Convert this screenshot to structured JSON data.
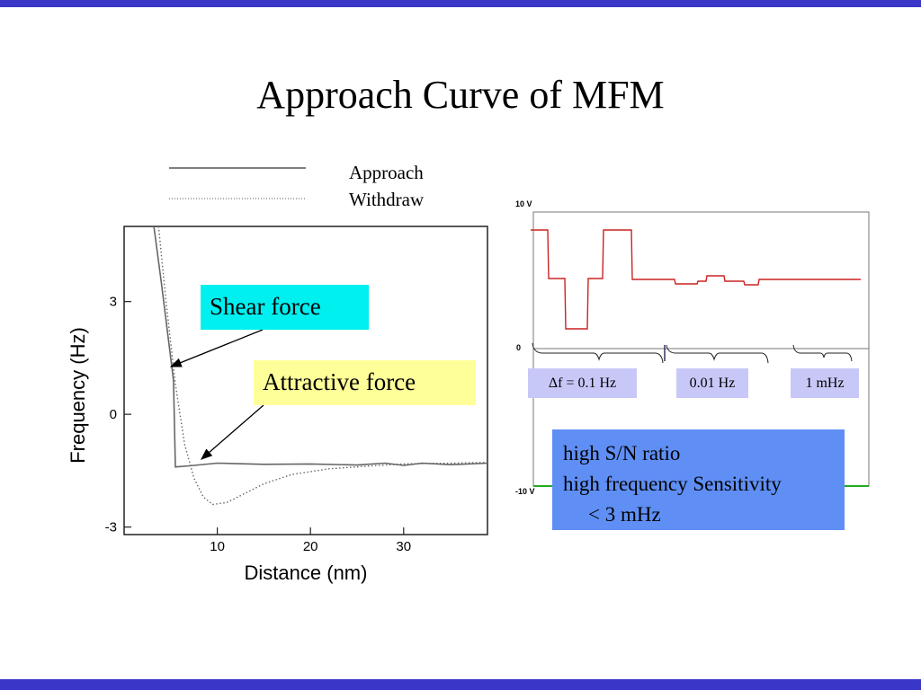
{
  "slide": {
    "title": "Approach Curve of MFM",
    "colors": {
      "frame_bar": "#3a36c8",
      "shear_box": "#00f0f0",
      "attractive_box": "#ffff99",
      "chip": "#c8c8f8",
      "notes_box": "#5f8ff5",
      "scope_trace": "#cc2222",
      "scope_baseline": "#22aa22"
    }
  },
  "chart_data": [
    {
      "type": "line",
      "xlabel": "Distance (nm)",
      "ylabel": "Frequency (Hz)",
      "xlim": [
        0,
        39
      ],
      "ylim": [
        -3.2,
        5.0
      ],
      "x_ticks": [
        10,
        20,
        30
      ],
      "y_ticks": [
        3,
        0,
        -3
      ],
      "grid": false,
      "legend_position": "top",
      "series": [
        {
          "name": "Approach",
          "style": "solid",
          "x": [
            3.2,
            4.0,
            5.0,
            5.3,
            5.5,
            7,
            10,
            15,
            20,
            25,
            28,
            30,
            32,
            35,
            39
          ],
          "y": [
            5.0,
            3.5,
            1.5,
            0.9,
            -1.4,
            -1.37,
            -1.3,
            -1.33,
            -1.32,
            -1.35,
            -1.3,
            -1.36,
            -1.3,
            -1.34,
            -1.3
          ]
        },
        {
          "name": "Withdraw",
          "style": "dotted",
          "x": [
            3.7,
            4.5,
            5.5,
            6.5,
            7.5,
            8.5,
            9.5,
            11,
            13,
            15,
            18,
            22,
            26,
            30,
            35,
            39
          ],
          "y": [
            5.0,
            3.0,
            0.8,
            -0.8,
            -1.7,
            -2.2,
            -2.4,
            -2.35,
            -2.1,
            -1.85,
            -1.6,
            -1.45,
            -1.38,
            -1.32,
            -1.3,
            -1.28
          ]
        }
      ],
      "annotations": [
        {
          "text": "Shear force",
          "points_to": {
            "x": 5.0,
            "y": 1.4
          }
        },
        {
          "text": "Attractive force",
          "points_to": {
            "x": 8.5,
            "y": -1.2
          }
        }
      ]
    },
    {
      "type": "line",
      "y_labels": {
        "top": "10 V",
        "middle": "0",
        "bottom": "-10 V"
      },
      "levels": [
        {
          "label": "Δf = 0.1 Hz"
        },
        {
          "label": "0.01 Hz"
        },
        {
          "label": "1 mHz"
        }
      ]
    }
  ],
  "notes": {
    "line1": "high S/N ratio",
    "line2": "high frequency Sensitivity",
    "line3": "< 3 mHz"
  }
}
